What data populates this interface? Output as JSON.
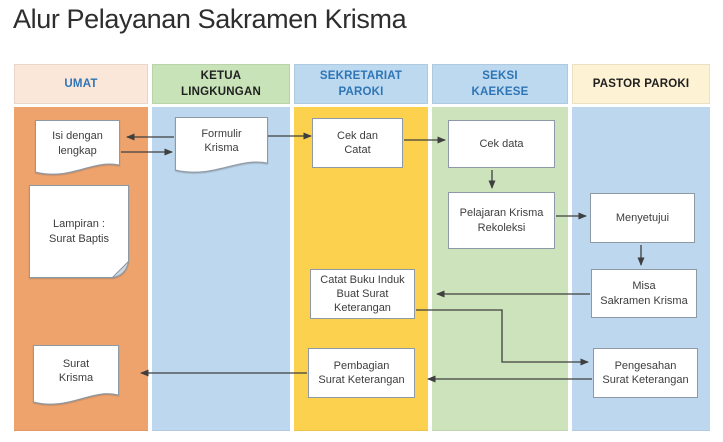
{
  "title": "Alur Pelayanan Sakramen Krisma",
  "lanes": {
    "umat": {
      "label": "UMAT"
    },
    "ketua_lingkungan": {
      "label": "KETUA\nLINGKUNGAN"
    },
    "sekretariat_paroki": {
      "label": "SEKRETARIAT\nPAROKI"
    },
    "seksi_kaekese": {
      "label": "SEKSI\nKAEKESE"
    },
    "pastor_paroki": {
      "label": "PASTOR PAROKI"
    }
  },
  "nodes": {
    "isi_dengan_lengkap": {
      "label": "Isi dengan\nlengkap",
      "lane": "UMAT",
      "shape": "document"
    },
    "lampiran_surat_baptis": {
      "label": "Lampiran :\nSurat Baptis",
      "lane": "UMAT",
      "shape": "document-folded-corner"
    },
    "surat_krisma": {
      "label": "Surat\nKrisma",
      "lane": "UMAT",
      "shape": "document"
    },
    "formulir_krisma": {
      "label": "Formulir\nKrisma",
      "lane": "KETUA LINGKUNGAN",
      "shape": "document"
    },
    "cek_dan_catat": {
      "label": "Cek dan\nCatat",
      "lane": "SEKRETARIAT PAROKI",
      "shape": "process"
    },
    "catat_buku_induk": {
      "label": "Catat Buku Induk\nBuat Surat\nKeterangan",
      "lane": "SEKRETARIAT PAROKI",
      "shape": "process"
    },
    "pembagian_surat_keterangan": {
      "label": "Pembagian\nSurat Keterangan",
      "lane": "SEKRETARIAT PAROKI",
      "shape": "process"
    },
    "cek_data": {
      "label": "Cek data",
      "lane": "SEKSI KAEKESE",
      "shape": "process"
    },
    "pelajaran_krisma_rekoleksi": {
      "label": "Pelajaran Krisma\nRekoleksi",
      "lane": "SEKSI KAEKESE",
      "shape": "process"
    },
    "menyetujui": {
      "label": "Menyetujui",
      "lane": "PASTOR PAROKI",
      "shape": "process"
    },
    "misa_sakramen_krisma": {
      "label": "Misa\nSakramen Krisma",
      "lane": "PASTOR PAROKI",
      "shape": "process"
    },
    "pengesahan_surat_keterangan": {
      "label": "Pengesahan\nSurat Keterangan",
      "lane": "PASTOR PAROKI",
      "shape": "process"
    }
  },
  "edges": [
    {
      "from": "formulir_krisma",
      "to": "isi_dengan_lengkap"
    },
    {
      "from": "isi_dengan_lengkap",
      "to": "formulir_krisma"
    },
    {
      "from": "formulir_krisma",
      "to": "cek_dan_catat"
    },
    {
      "from": "cek_dan_catat",
      "to": "cek_data"
    },
    {
      "from": "cek_data",
      "to": "pelajaran_krisma_rekoleksi"
    },
    {
      "from": "pelajaran_krisma_rekoleksi",
      "to": "menyetujui"
    },
    {
      "from": "menyetujui",
      "to": "misa_sakramen_krisma"
    },
    {
      "from": "misa_sakramen_krisma",
      "to": "catat_buku_induk"
    },
    {
      "from": "catat_buku_induk",
      "to": "pengesahan_surat_keterangan"
    },
    {
      "from": "pengesahan_surat_keterangan",
      "to": "pembagian_surat_keterangan"
    },
    {
      "from": "pembagian_surat_keterangan",
      "to": "surat_krisma"
    }
  ],
  "colors": {
    "lane_umat_header": "#fbe7da",
    "lane_umat_body": "#efa36c",
    "lane_ketua_header": "#c9e3b9",
    "lane_ketua_body": "#bdd7ee",
    "lane_sekretariat_header": "#bdd9ef",
    "lane_sekretariat_body": "#fbd14e",
    "lane_seksi_header": "#bdd9ef",
    "lane_seksi_body": "#cde3bc",
    "lane_pastor_header": "#fdf2d3",
    "lane_pastor_body": "#bdd7ee",
    "header_text_blue": "#2e75b6",
    "header_text_black": "#1f1f1f",
    "node_border": "#8d9aa6",
    "arrow": "#3f3f3f"
  }
}
